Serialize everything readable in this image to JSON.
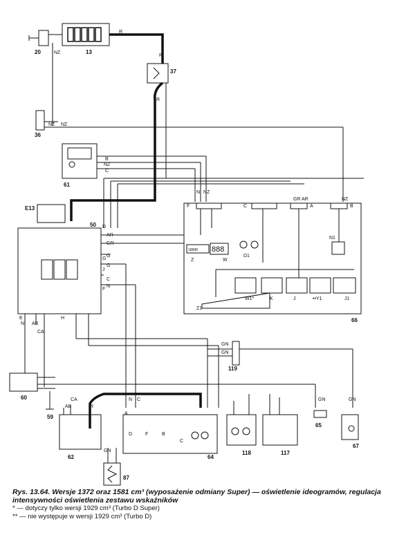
{
  "caption": {
    "title": "Rys. 13.64. Wersje 1372 oraz 1581 cm³ (wyposażenie odmiany Super) — oświetlenie ideogramów, regulacja intensywności oświetlenia zestawu wskaźników",
    "note1": "* — dotyczy tylko wersji 1929 cm³ (Turbo D Super)",
    "note2": "** — nie występuje w wersji 1929 cm³ (Turbo D)"
  },
  "components": {
    "c13": "13",
    "c20": "20",
    "c36": "36",
    "c37": "37",
    "c61": "61",
    "e13": "E13",
    "c50": "50",
    "c66": "66",
    "c60": "60",
    "c59": "59",
    "c62": "62",
    "c64": "64",
    "c87": "87",
    "c118": "118",
    "c117": "117",
    "c65": "65",
    "c67": "67",
    "c119": "119"
  },
  "panel66": {
    "z": "Z",
    "w": "W",
    "d1": "D1",
    "n1": "N1",
    "w1": "W1*",
    "k": "K",
    "j": "J",
    "y1": "••Y1",
    "j1": "J1",
    "z1": "Z1",
    "conn_f": "F",
    "conn_c": "C",
    "conn_a": "A",
    "conn_b": "B",
    "display_digits": "888",
    "display_small": "18888"
  },
  "sub64": {
    "d": "D",
    "f": "F",
    "b": "B",
    "c": "C"
  },
  "wires": {
    "r": "R",
    "nz": "NZ",
    "n": "N",
    "b": "B",
    "c": "C",
    "g": "G",
    "gr": "GR",
    "ar": "AR",
    "ab": "AB",
    "ca": "CA",
    "gn": "GN",
    "h": "H"
  },
  "conn_letters": {
    "d": "D",
    "g": "G",
    "j": "J",
    "f": "F",
    "e": "E",
    "h": "H",
    "a": "A"
  }
}
